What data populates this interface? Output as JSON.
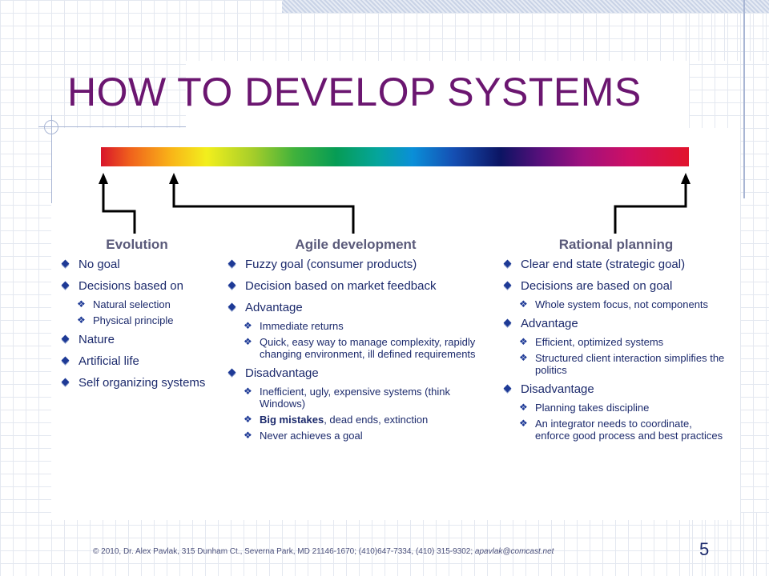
{
  "title": "HOW TO DEVELOP SYSTEMS",
  "columns": [
    {
      "heading": "Evolution",
      "items": [
        {
          "text": "No goal",
          "subs": []
        },
        {
          "text": "Decisions based on",
          "subs": [
            "Natural selection",
            "Physical principle"
          ]
        },
        {
          "text": "Nature",
          "subs": []
        },
        {
          "text": "Artificial life",
          "subs": []
        },
        {
          "text": "Self organizing systems",
          "subs": []
        }
      ]
    },
    {
      "heading": "Agile development",
      "items": [
        {
          "text": "Fuzzy goal (consumer products)",
          "subs": []
        },
        {
          "text": "Decision based on market feedback",
          "subs": []
        },
        {
          "text": "Advantage",
          "subs": [
            "Immediate returns",
            "Quick, easy way to manage complexity, rapidly changing environment, ill defined requirements"
          ]
        },
        {
          "text": "Disadvantage",
          "subs": [
            "Inefficient, ugly, expensive systems (think Windows)",
            "Big mistakes, dead ends, extinction",
            "Never achieves a goal"
          ]
        }
      ]
    },
    {
      "heading": "Rational planning",
      "items": [
        {
          "text": "Clear end state (strategic goal)",
          "subs": []
        },
        {
          "text": "Decisions are based on goal",
          "subs": [
            "Whole system focus, not components"
          ]
        },
        {
          "text": "Advantage",
          "subs": [
            "Efficient, optimized systems",
            "Structured client interaction simplifies the politics"
          ]
        },
        {
          "text": "Disadvantage",
          "subs": [
            "Planning takes discipline",
            "An integrator needs to coordinate, enforce good process and best practices"
          ]
        }
      ]
    }
  ],
  "big_mistakes_bold": "Big mistakes",
  "big_mistakes_rest": ", dead ends, extinction",
  "footer": {
    "text": "© 2010, Dr. Alex Pavlak, 315 Dunham Ct., Severna Park, MD 21146-1670; (410)647-7334, (410) 315-9302; ",
    "email": "apavlak@comcast.net"
  },
  "page_number": "5",
  "colors": {
    "title": "#6b1670",
    "heading": "#5a5a7a",
    "body_text": "#1c2a6c",
    "bullet": "#1e3a96"
  }
}
